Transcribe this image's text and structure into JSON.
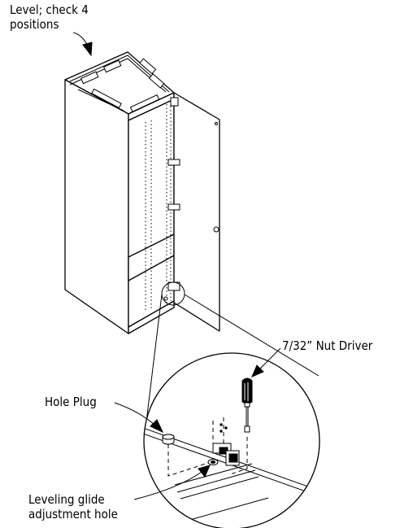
{
  "labels": {
    "level_line1": "Level; check 4",
    "level_line2": "positions",
    "nut_driver": "7/32” Nut Driver",
    "hole_plug": "Hole Plug",
    "glide_line1": "Leveling glide",
    "glide_line2": "adjustment hole"
  },
  "colors": {
    "line": "#000000",
    "background": "#ffffff"
  }
}
